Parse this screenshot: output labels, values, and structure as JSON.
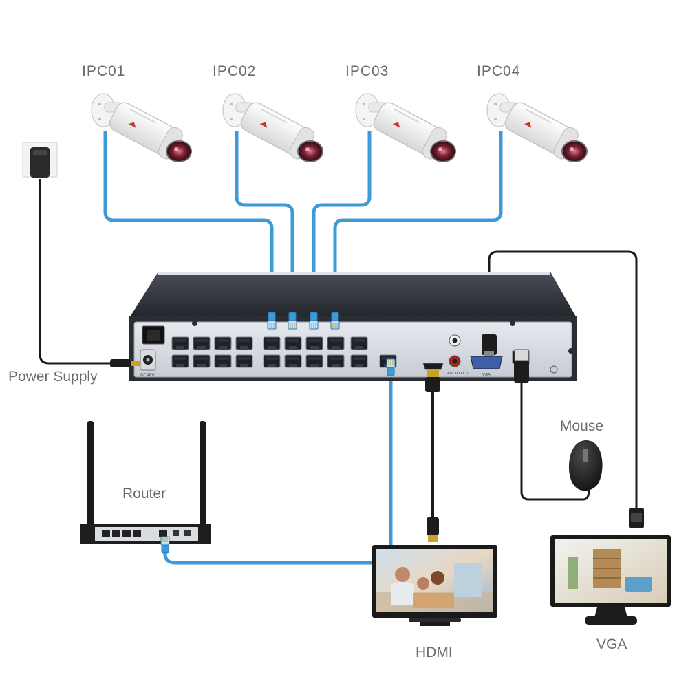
{
  "cameras": [
    {
      "label": "IPC01"
    },
    {
      "label": "IPC02"
    },
    {
      "label": "IPC03"
    },
    {
      "label": "IPC04"
    }
  ],
  "devices": {
    "power_supply": "Power Supply",
    "router": "Router",
    "mouse": "Mouse",
    "hdmi_monitor": "HDMI",
    "vga_monitor": "VGA"
  },
  "nvr_panel": {
    "dc_label": "DC48V",
    "audio_label": "AUDIO OUT",
    "vga_port_label": "VGA"
  },
  "colors": {
    "ethernet_cable": "#3d9ad9",
    "black_cable": "#1a1a1a",
    "nvr_body": "#2c2f36",
    "nvr_panel": "#d9dde3",
    "label_text": "#6b6b6b"
  }
}
